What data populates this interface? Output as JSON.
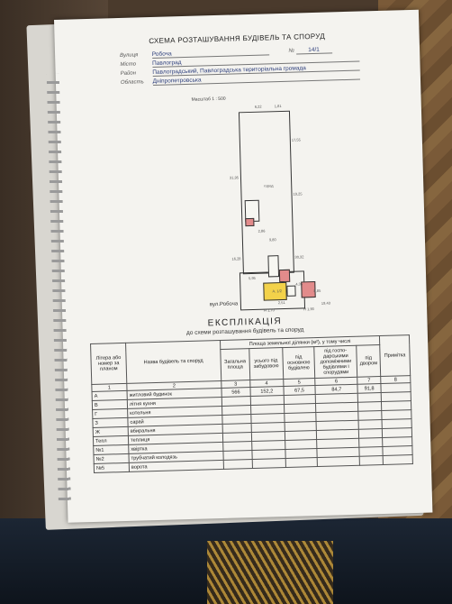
{
  "header": {
    "title": "СХЕМА РОЗТАШУВАННЯ БУДІВЕЛЬ ТА СПОРУД",
    "street_label": "Вулиця",
    "street": "Робоча",
    "number_label": "№",
    "number": "14/1",
    "city_label": "Місто",
    "city": "Павлоград",
    "district_label": "Район",
    "district": "Павлоградський, Павлоградська територіальна громада",
    "region_label": "Область",
    "region": "Дніпропетровська"
  },
  "plan": {
    "scale": "Масштаб 1 : 500",
    "street_caption": "вул.Робоча",
    "yard_label": "город",
    "building_a_label": "А, 1/2",
    "dims": [
      "6,22",
      "1,81",
      "17,55",
      "31,95",
      "19,25",
      "16,28",
      "2,86",
      "30,32",
      "9,80",
      "4,35",
      "5,95",
      "2,51",
      "8,85",
      "H 1,70",
      "H 1,90",
      "19,43"
    ]
  },
  "explication": {
    "title": "ЕКСПЛІКАЦІЯ",
    "subtitle": "до схеми розташування будівель та споруд",
    "col_letter": "Літера або номер за планом",
    "col_name": "Назва будівель та споруд",
    "area_group": "Площа земельної ділянки (м²), у тому числі",
    "col_total": "Загальна площа",
    "col_built": "усього під забудовою",
    "col_main": "під основною будівлею",
    "col_aux": "під госпо-дарськими допоміжними будівлями і спорудами",
    "col_yard": "під двором",
    "col_note": "Примітка",
    "col_numbers": [
      "1",
      "2",
      "3",
      "4",
      "5",
      "6",
      "7",
      "8"
    ],
    "rows": [
      {
        "code": "А",
        "name": "житловий будинок",
        "total": "566",
        "built": "152,2",
        "main": "67,5",
        "aux": "84,7",
        "yard": "91,8",
        "note": ""
      },
      {
        "code": "В",
        "name": "літня кухня",
        "total": "",
        "built": "",
        "main": "",
        "aux": "",
        "yard": "",
        "note": ""
      },
      {
        "code": "Г",
        "name": "котельня",
        "total": "",
        "built": "",
        "main": "",
        "aux": "",
        "yard": "",
        "note": ""
      },
      {
        "code": "З",
        "name": "сарай",
        "total": "",
        "built": "",
        "main": "",
        "aux": "",
        "yard": "",
        "note": ""
      },
      {
        "code": "Ж",
        "name": "вбиральня",
        "total": "",
        "built": "",
        "main": "",
        "aux": "",
        "yard": "",
        "note": ""
      },
      {
        "code": "Тепл",
        "name": "теплиця",
        "total": "",
        "built": "",
        "main": "",
        "aux": "",
        "yard": "",
        "note": ""
      },
      {
        "code": "№1",
        "name": "хвіртка",
        "total": "",
        "built": "",
        "main": "",
        "aux": "",
        "yard": "",
        "note": ""
      },
      {
        "code": "№2",
        "name": "трубчатий колодязь",
        "total": "",
        "built": "",
        "main": "",
        "aux": "",
        "yard": "",
        "note": ""
      },
      {
        "code": "№5",
        "name": "ворота",
        "total": "",
        "built": "",
        "main": "",
        "aux": "",
        "yard": "",
        "note": ""
      }
    ]
  }
}
